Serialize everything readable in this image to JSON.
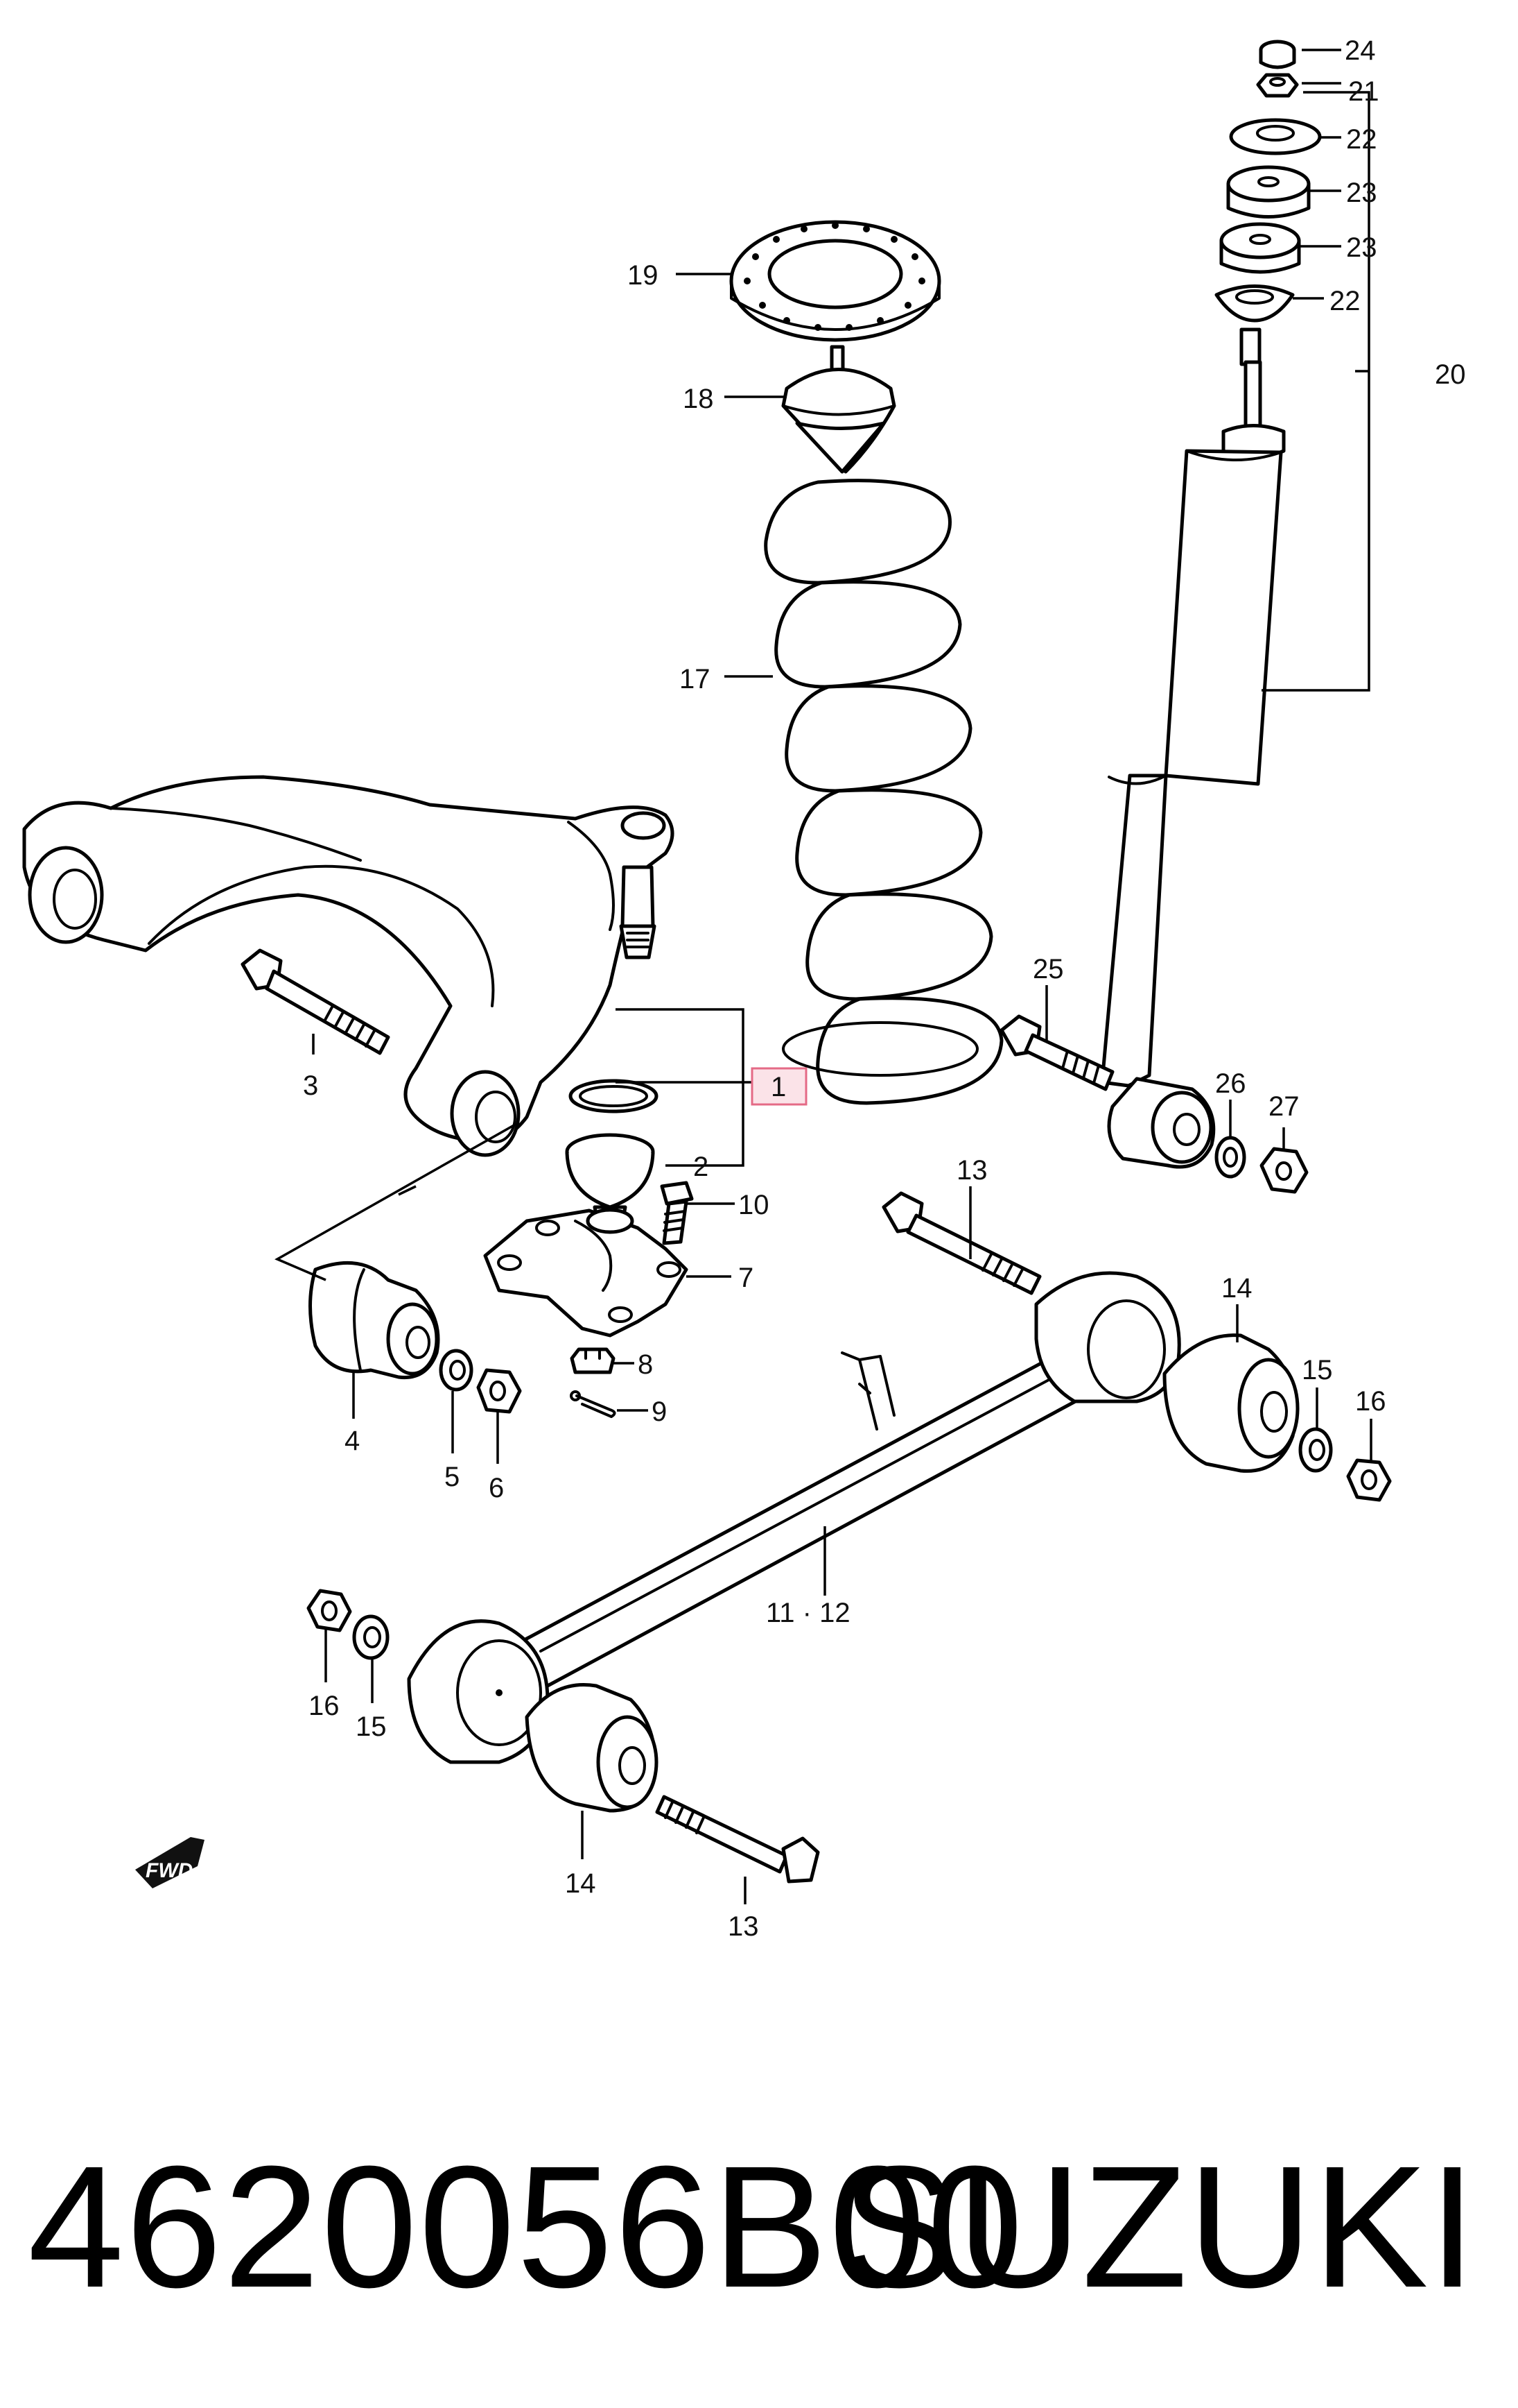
{
  "diagram": {
    "labels": {
      "l1": "1",
      "l2": "2",
      "l3": "3",
      "l4": "4",
      "l5": "5",
      "l6": "6",
      "l7": "7",
      "l8": "8",
      "l9": "9",
      "l10": "10",
      "l11_12": "11 · 12",
      "l13a": "13",
      "l13b": "13",
      "l14a": "14",
      "l14b": "14",
      "l15a": "15",
      "l15b": "15",
      "l16a": "16",
      "l16b": "16",
      "l17": "17",
      "l18": "18",
      "l19": "19",
      "l20": "20",
      "l21": "21",
      "l22a": "22",
      "l22b": "22",
      "l23a": "23",
      "l23b": "23",
      "l24": "24",
      "l25": "25",
      "l26": "26",
      "l27": "27"
    },
    "direction_marker": "FWD",
    "highlight_color": "#e46a86"
  },
  "footer": {
    "part_number": "4620056B00",
    "brand": "SUZUKI"
  }
}
